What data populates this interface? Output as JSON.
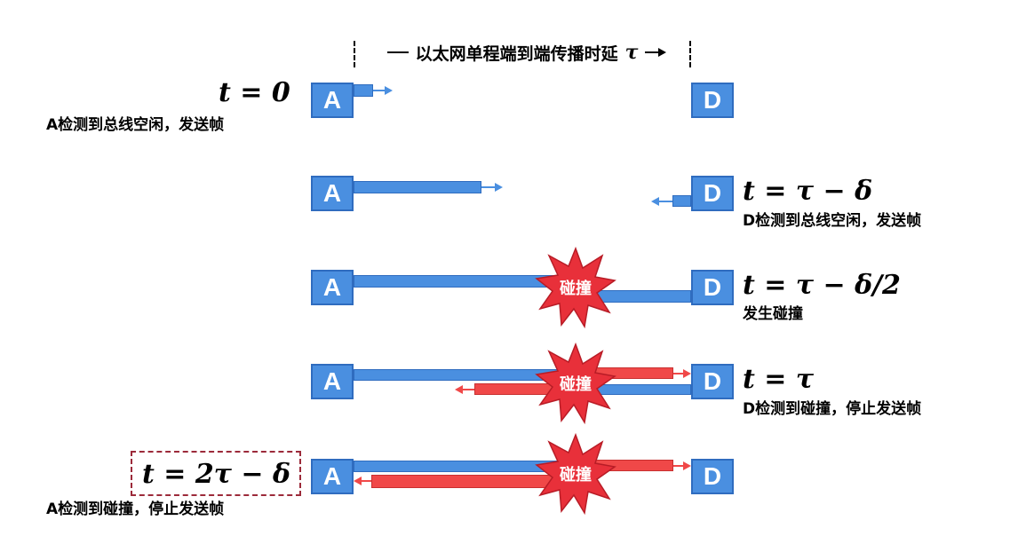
{
  "header": {
    "label": "以太网单程端到端传播时延",
    "tau": "τ"
  },
  "node_labels": {
    "a": "A",
    "d": "D"
  },
  "collision_label": "碰撞",
  "colors": {
    "node_blue": "#4a8fe0",
    "frame_red": "#f04848",
    "burst_red": "#e8303a",
    "box_border": "#9c2a3a"
  },
  "rows": [
    {
      "time": "t = 0",
      "caption": "A检测到总线空闲，发送帧"
    },
    {
      "time": "t = τ − δ",
      "caption": "D检测到总线空闲，发送帧"
    },
    {
      "time": "t = τ − δ/2",
      "caption": "发生碰撞"
    },
    {
      "time": "t = τ",
      "caption": "D检测到碰撞，停止发送帧"
    },
    {
      "time": "t = 2τ − δ",
      "caption": "A检测到碰撞，停止发送帧"
    }
  ]
}
